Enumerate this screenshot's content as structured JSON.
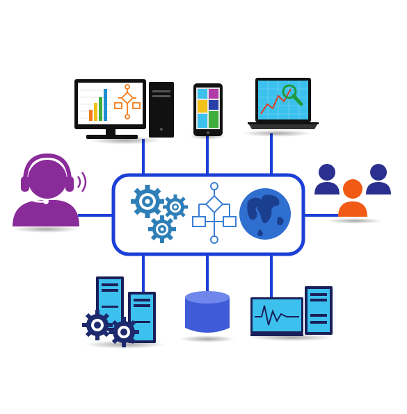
{
  "colors": {
    "connector": "#1c3fd6",
    "hub_fill": "#ffffff",
    "gear_blue": "#2e7fb8",
    "gear_dark": "#1d2a6e",
    "purple": "#8a2b9a",
    "people_navy": "#2b2f8f",
    "people_orange": "#f05a14",
    "server_cyan": "#3cc1ee",
    "server_dark": "#1a1f5a",
    "monitor_dark": "#111111",
    "db_blue": "#3f5bd8",
    "globe_blue": "#2f6fd0",
    "chart_orange": "#f27a1a",
    "search_green": "#1e9a3a"
  },
  "nodes": {
    "center_hub": {
      "icons": [
        "gears-icon",
        "flowchart-icon",
        "globe-icon"
      ]
    },
    "top": [
      {
        "name": "desktop-computer",
        "icon": "desktop-computer-icon"
      },
      {
        "name": "smartphone",
        "icon": "smartphone-icon"
      },
      {
        "name": "laptop",
        "icon": "laptop-analytics-icon"
      }
    ],
    "left": {
      "name": "support-agent",
      "icon": "headset-agent-icon"
    },
    "right": {
      "name": "user-group",
      "icon": "user-group-icon"
    },
    "bottom": [
      {
        "name": "server-gears",
        "icon": "server-gears-icon"
      },
      {
        "name": "database",
        "icon": "database-icon"
      },
      {
        "name": "monitoring-server",
        "icon": "monitoring-server-icon"
      }
    ]
  }
}
